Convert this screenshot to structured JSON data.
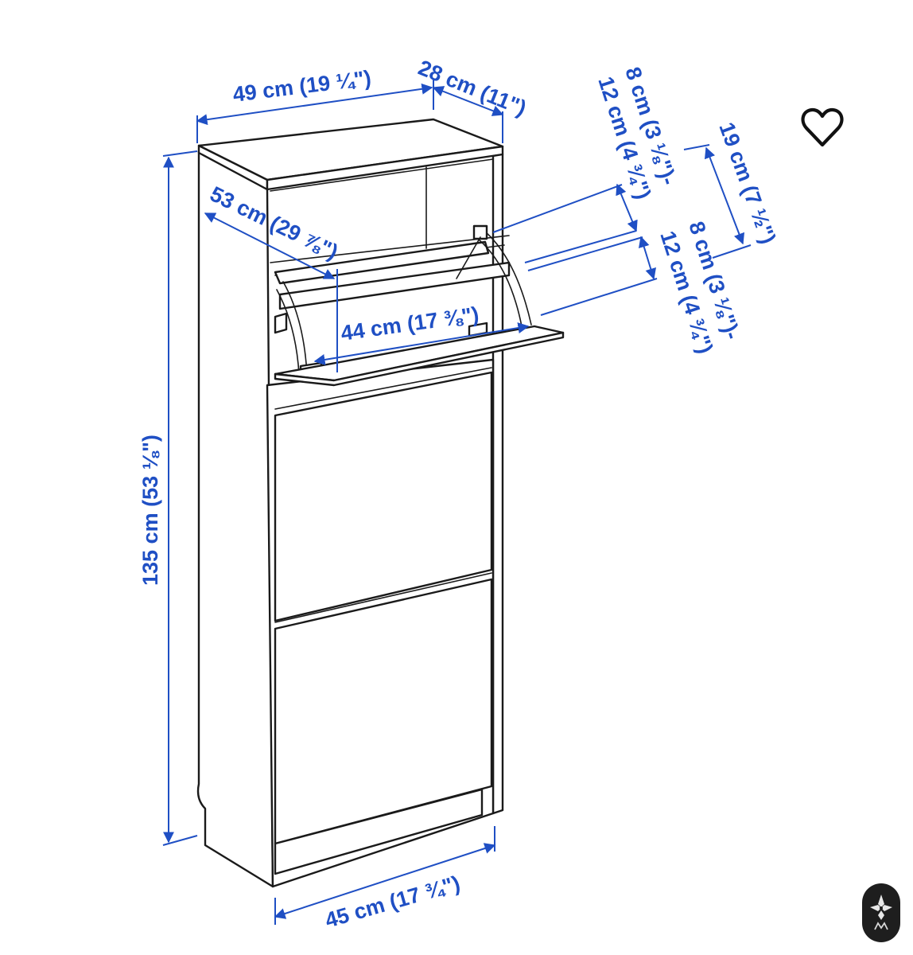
{
  "colors": {
    "dimension": "#1f4fc4",
    "line": "#1a1a1a",
    "background": "#ffffff"
  },
  "icons": {
    "favorite": "heart-outline-icon",
    "badge": "watermark-logo-icon"
  },
  "dimensions": {
    "top_width": "49 cm (19 ¼\")",
    "top_depth": "28 cm (11\")",
    "flap_height_a": "8 cm (3 ⅛\")-",
    "flap_height_b": "12 cm (4 ¾\")",
    "flap_open_height": "19 cm (7 ½\")",
    "flap_inner_a": "8 cm (3 ⅛\")-",
    "flap_inner_b": "12 cm (4 ¾\")",
    "shoe_length": "53 cm (29 ⅞\")",
    "compartment_width": "44 cm (17 ⅜\")",
    "total_height": "135 cm (53 ⅛\")",
    "base_width": "45 cm (17 ¾\")"
  }
}
